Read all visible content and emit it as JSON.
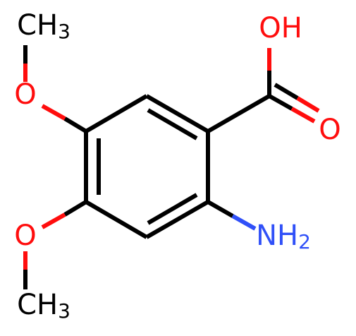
{
  "colors": {
    "carbon": "#000000",
    "oxygen": "#ff0d0d",
    "nitrogen": "#3050f8",
    "background": "#ffffff"
  },
  "labels": {
    "methyl_top": {
      "main": "CH",
      "sub": "3"
    },
    "methoxy_o_top": "O",
    "hydroxyl": "OH",
    "carbonyl_o": "O",
    "methoxy_o_bottom": "O",
    "amine": {
      "main": "NH",
      "sub": "2"
    },
    "methyl_bottom": {
      "main": "CH",
      "sub": "3"
    }
  }
}
